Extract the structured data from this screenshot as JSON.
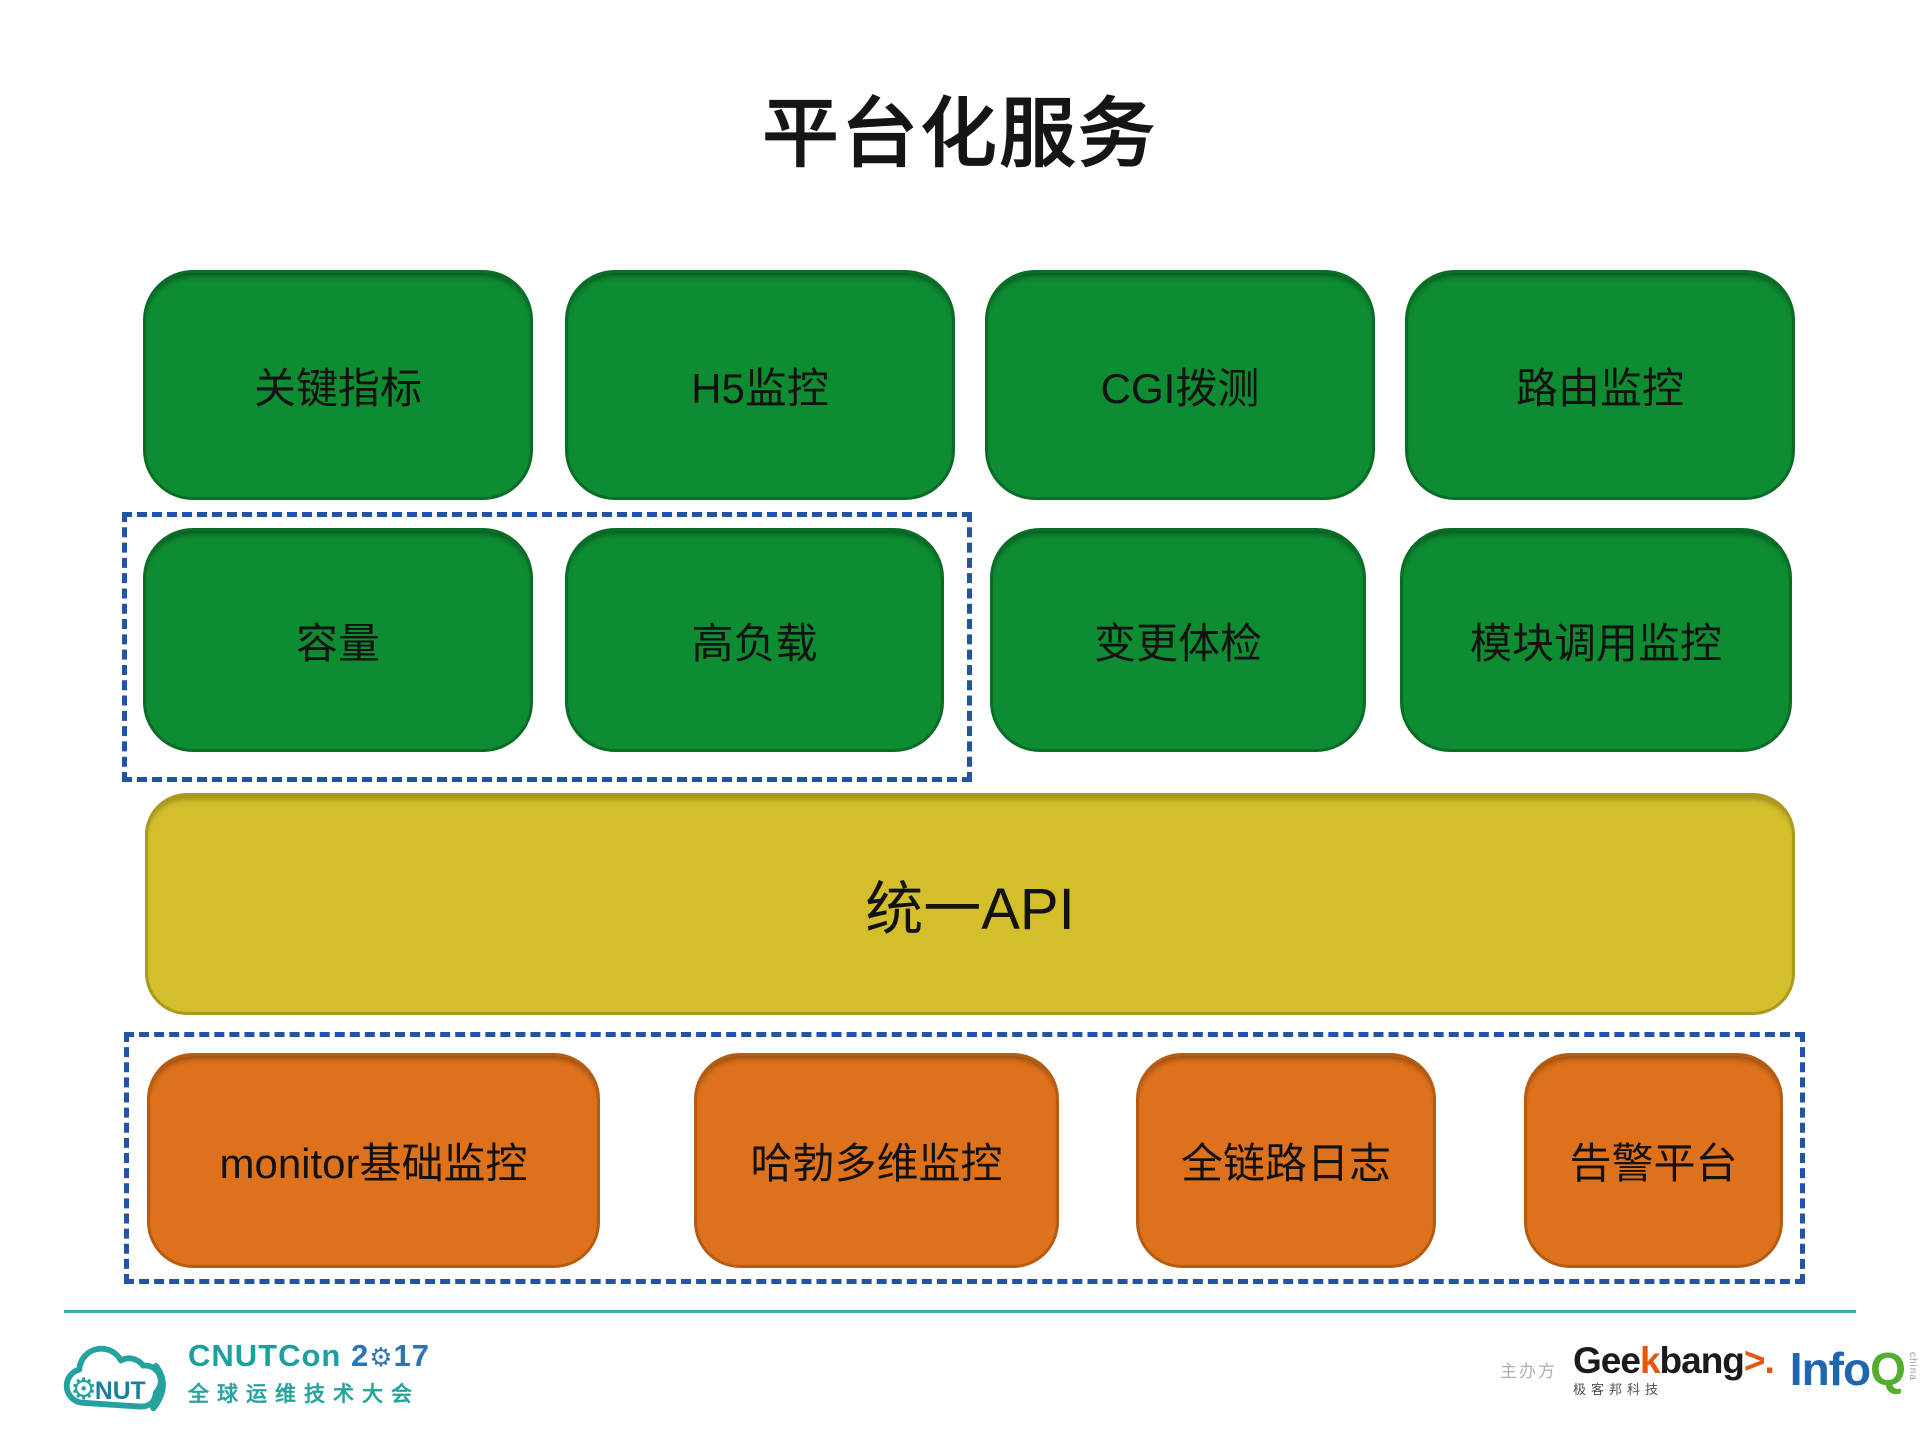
{
  "slide": {
    "title": "平台化服务"
  },
  "boxes": {
    "row1": [
      "关键指标",
      "H5监控",
      "CGI拨测",
      "路由监控"
    ],
    "row2": [
      "容量",
      "高负载",
      "变更体检",
      "模块调用监控"
    ],
    "api": "统一API",
    "row3": [
      "monitor基础监控",
      "哈勃多维监控",
      "全链路日志",
      "告警平台"
    ]
  },
  "colors": {
    "green": "#0E8C32",
    "green_border": "#0A6D26",
    "yellow": "#D4BE2B",
    "yellow_border": "#A89A1E",
    "orange": "#DE711B",
    "orange_border": "#B55C12",
    "dash_blue": "#2155A3",
    "separator_teal": "#3FA9B5",
    "cnut_teal": "#1C9FA0",
    "cnut_blue": "#2C74B8",
    "geekbang_orange": "#E8560D",
    "infoq_blue": "#1F66B1",
    "infoq_green": "#53AD2F"
  },
  "footer": {
    "cnut": {
      "cloud_text": "NUT",
      "gear_glyph": "⚙",
      "title_main": "CNUTCon ",
      "year_left": "2",
      "year_right": "17",
      "subtitle": "全球运维技术大会"
    },
    "organizer_label": "主办方",
    "geekbang": {
      "g1": "Gee",
      "k": "k",
      "g2": "bang",
      "chev": ">",
      "dot": ".",
      "subtitle": "极客邦科技"
    },
    "infoq": {
      "info": "Info",
      "q": "Q",
      "side": "china"
    }
  }
}
